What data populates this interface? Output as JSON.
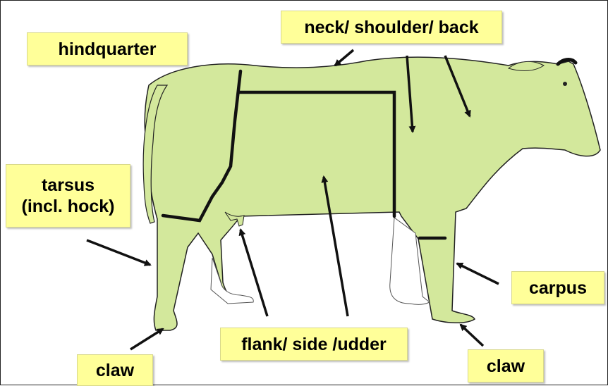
{
  "colors": {
    "cow_fill": "#d3e89c",
    "outline": "#111111",
    "label_bg": "#ffff99"
  },
  "labels": {
    "hindquarter": "hindquarter",
    "neck_shoulder_back": "neck/ shoulder/ back",
    "tarsus_line1": "tarsus",
    "tarsus_line2": "(incl. hock)",
    "carpus": "carpus",
    "flank_side_udder": "flank/ side /udder",
    "claw_left": "claw",
    "claw_right": "claw"
  }
}
